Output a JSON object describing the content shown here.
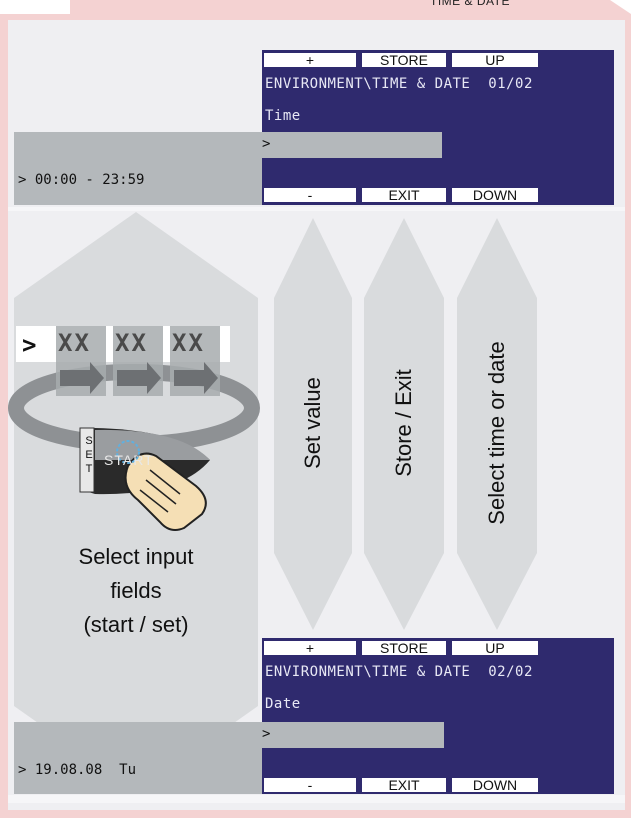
{
  "header": {
    "title": "TIME & DATE"
  },
  "screen_top": {
    "keys_top": [
      "+",
      "STORE",
      "UP"
    ],
    "path": "ENVIRONMENT\\TIME & DATE",
    "page": "01/02",
    "field": "Time",
    "cursor": ">",
    "keys_bottom": [
      "-",
      "EXIT",
      "DOWN"
    ]
  },
  "screen_bottom": {
    "keys_top": [
      "+",
      "STORE",
      "UP"
    ],
    "path": "ENVIRONMENT\\TIME & DATE",
    "page": "02/02",
    "field": "Date",
    "cursor": ">",
    "keys_bottom": [
      "-",
      "EXIT",
      "DOWN"
    ]
  },
  "range_readout": "> 00:00 - 23:59",
  "date_readout": "> 19.08.08  Tu",
  "input_preview": {
    "cursor": ">",
    "fields": [
      "XX",
      "XX",
      "XX"
    ]
  },
  "knob": {
    "set_text": "SET",
    "start_text": "START"
  },
  "select_label": {
    "line1": "Select input",
    "line2": "fields",
    "line3": "(start / set)"
  },
  "vertical_labels": [
    "Set value",
    "Store / Exit",
    "Select time or date"
  ],
  "colors": {
    "frame_bg": "#efeff2",
    "border": "#f2c9c9",
    "lcd": "#2f2a6e",
    "gray": "#b4b8bb",
    "shape": "#d9dbdd"
  }
}
